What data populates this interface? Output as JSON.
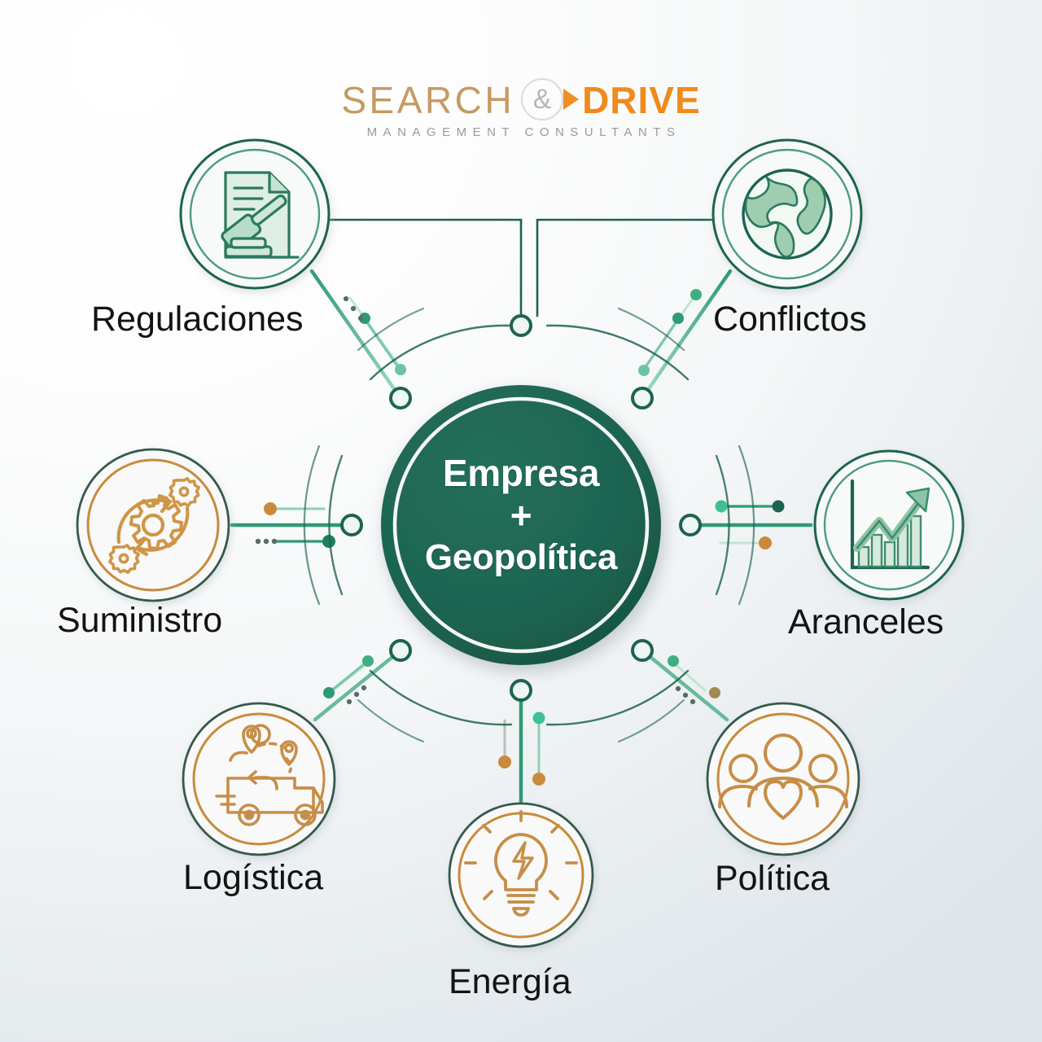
{
  "brand": {
    "name_part1": "SEARCH",
    "ampersand": "&",
    "name_part2": "DRIVE",
    "tagline": "MANAGEMENT CONSULTANTS",
    "color_part1": "#c59a63",
    "color_part2": "#f08a1c",
    "color_tagline": "#9a9a9a"
  },
  "center": {
    "line1": "Empresa",
    "line2": "+",
    "line3": "Geopolítica",
    "fill_color": "#1d6350",
    "text_color": "#ffffff"
  },
  "theme": {
    "green_dark": "#1d6350",
    "green_mid": "#2e9a73",
    "green_light": "#6fc3a0",
    "orange": "#c98a3c",
    "orange_light": "#d79a4e",
    "label_color": "#131313",
    "background_top": "#ffffff",
    "background_bottom": "#dfe5ea"
  },
  "nodes": [
    {
      "id": "regulaciones",
      "label": "Regulaciones",
      "icon": "document-gavel-icon",
      "accent": "#1d6350",
      "accent_kind": "green",
      "position": "top-left"
    },
    {
      "id": "conflictos",
      "label": "Conflictos",
      "icon": "globe-icon",
      "accent": "#1d6350",
      "accent_kind": "green",
      "position": "top-right"
    },
    {
      "id": "suministro",
      "label": "Suministro",
      "icon": "gears-cycle-icon",
      "accent": "#c98a3c",
      "accent_kind": "orange",
      "position": "left"
    },
    {
      "id": "aranceles",
      "label": "Aranceles",
      "icon": "bar-chart-up-icon",
      "accent": "#1d6350",
      "accent_kind": "green",
      "position": "right"
    },
    {
      "id": "logistica",
      "label": "Logística",
      "icon": "delivery-truck-icon",
      "accent": "#c98a3c",
      "accent_kind": "orange",
      "position": "bottom-left"
    },
    {
      "id": "politica",
      "label": "Política",
      "icon": "people-heart-icon",
      "accent": "#c98a3c",
      "accent_kind": "orange",
      "position": "bottom-right"
    },
    {
      "id": "energia",
      "label": "Energía",
      "icon": "lightbulb-bolt-icon",
      "accent": "#c98a3c",
      "accent_kind": "orange",
      "position": "bottom"
    }
  ]
}
